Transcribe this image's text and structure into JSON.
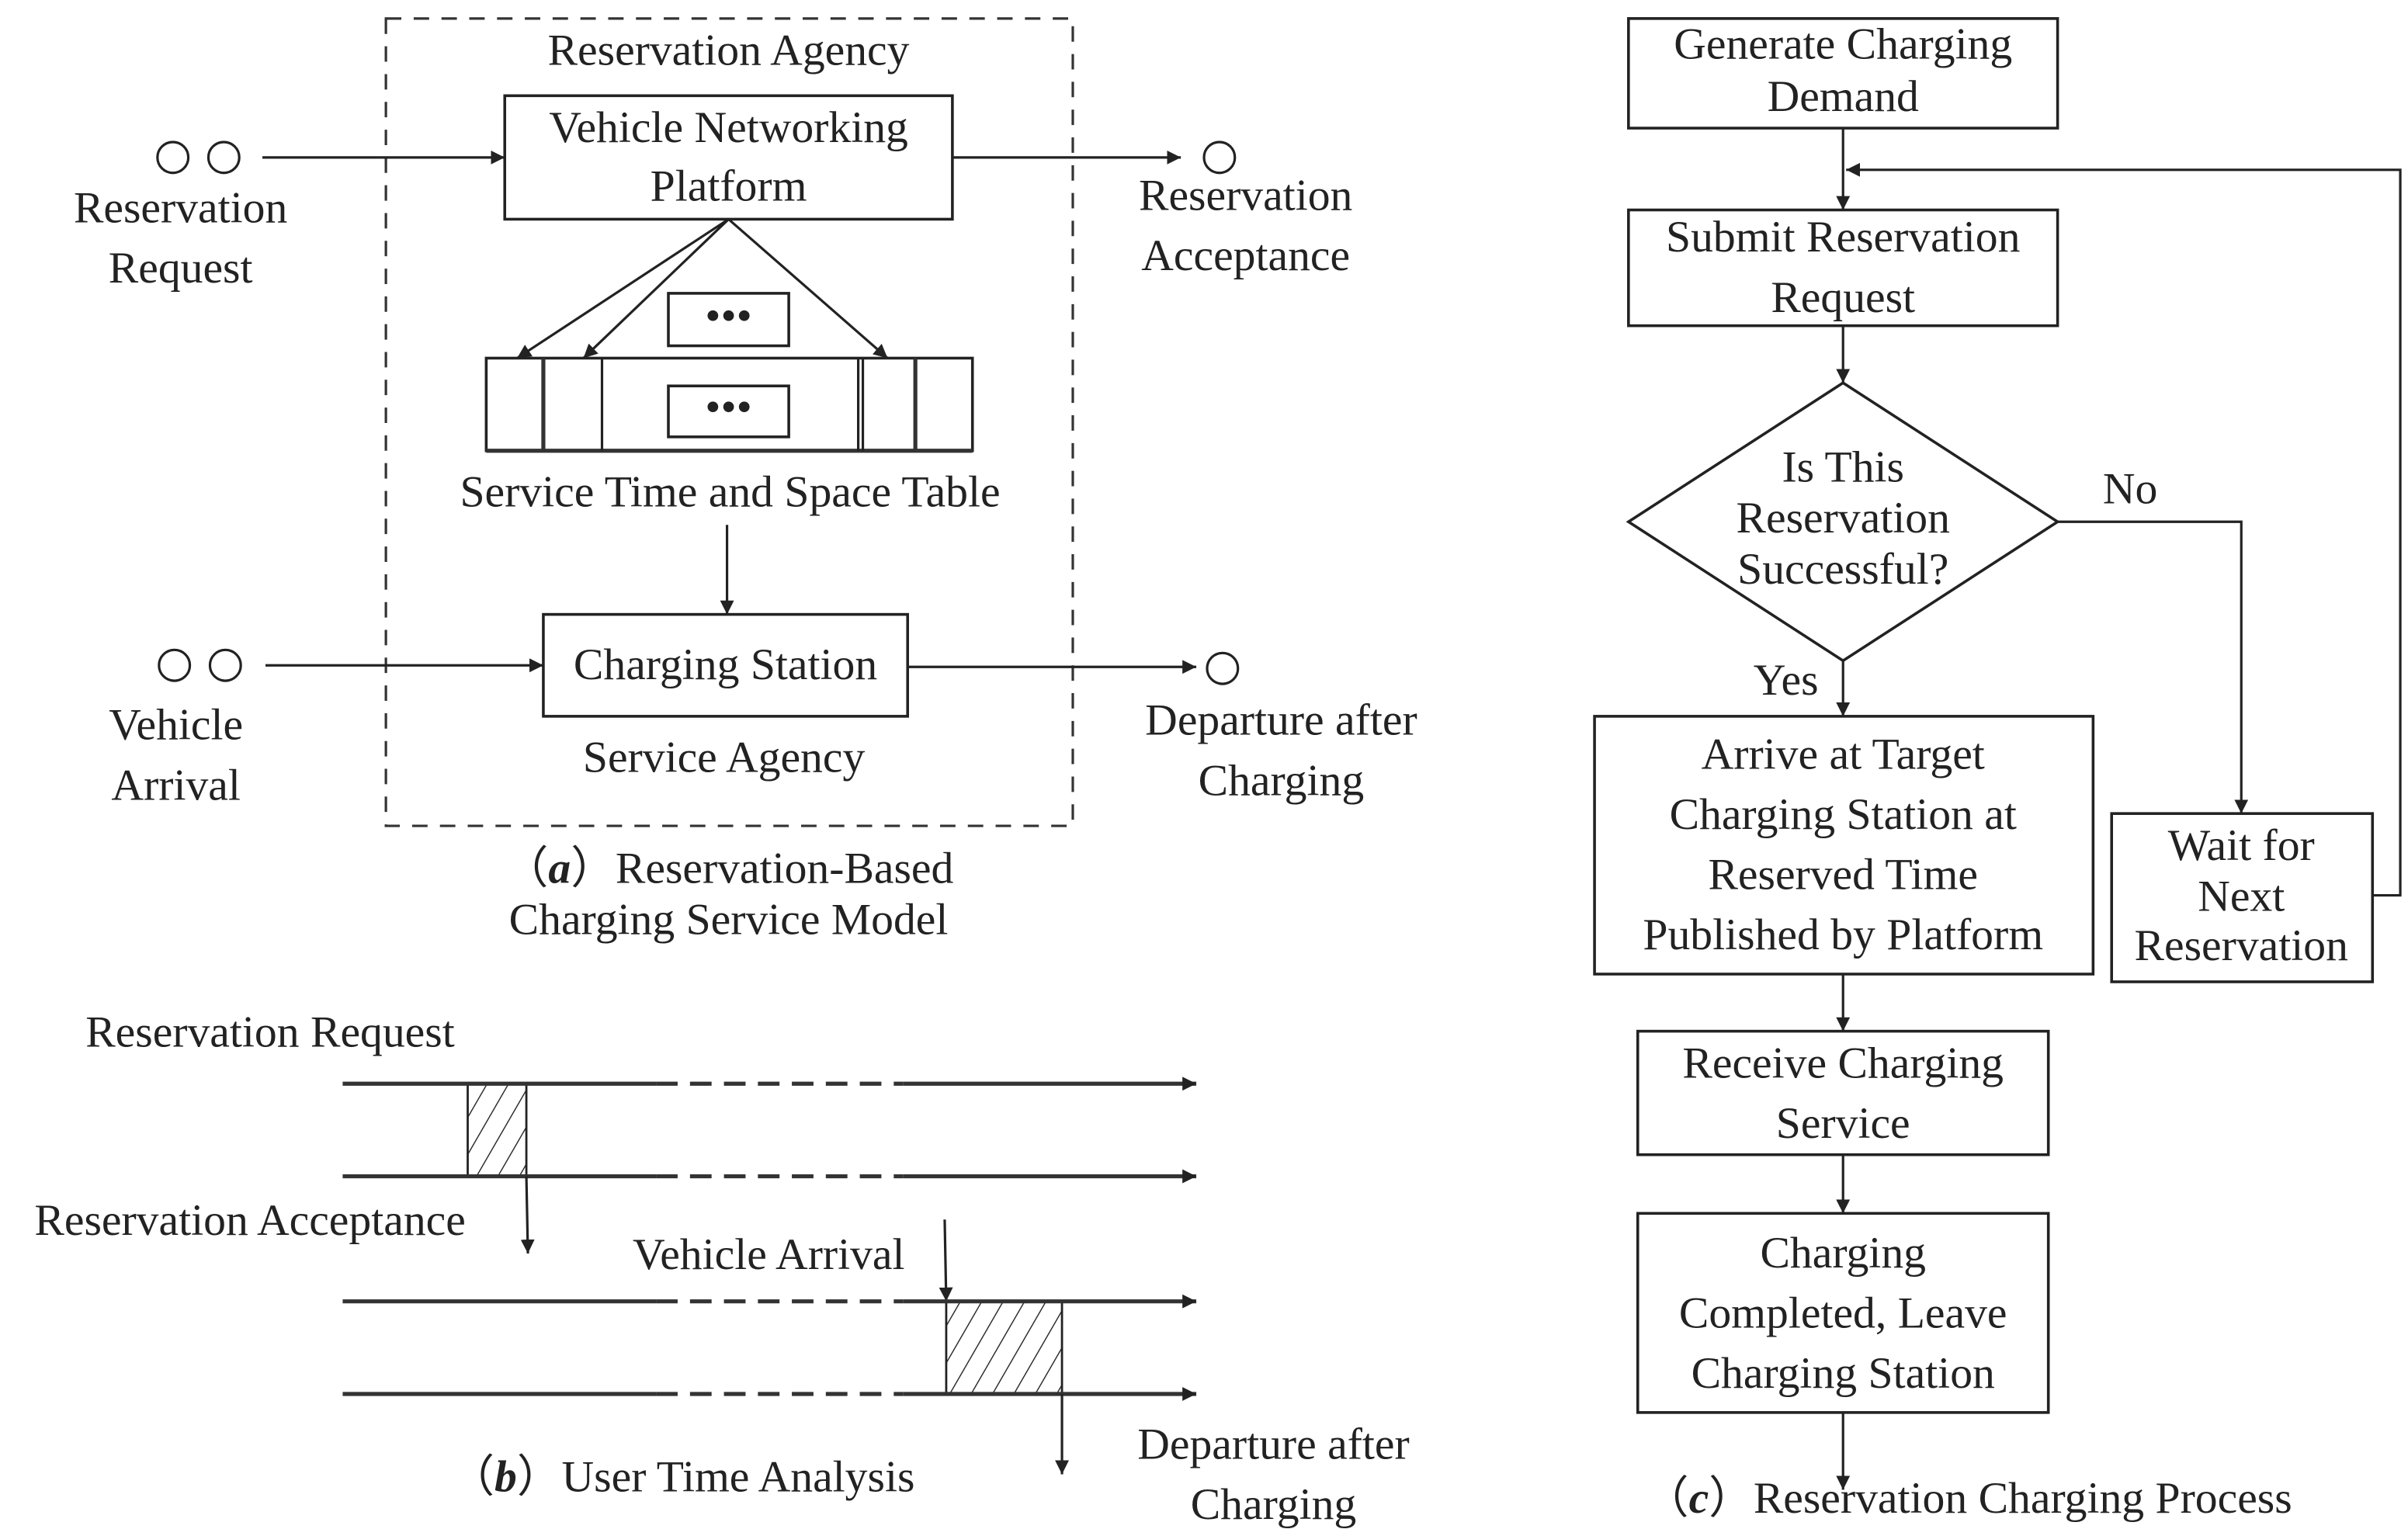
{
  "panel_a": {
    "agency_label": "Reservation Agency",
    "platform_box": [
      "Vehicle Networking",
      "Platform"
    ],
    "ellipsis": "•••",
    "table_label": "Service Time and Space Table",
    "station_box": "Charging Station",
    "service_agency_label": "Service Agency",
    "reservation_request": [
      "Reservation",
      "Request"
    ],
    "reservation_acceptance": [
      "Reservation",
      "Acceptance"
    ],
    "vehicle_arrival": [
      "Vehicle",
      "Arrival"
    ],
    "departure": [
      "Departure after",
      "Charging"
    ],
    "caption_letter": "a",
    "caption": [
      "Reservation-Based",
      "Charging Service Model"
    ]
  },
  "panel_b": {
    "reservation_request": "Reservation Request",
    "reservation_acceptance": "Reservation Acceptance",
    "vehicle_arrival": "Vehicle Arrival",
    "departure": [
      "Departure after",
      "Charging"
    ],
    "caption_letter": "b",
    "caption": "User Time Analysis"
  },
  "panel_c": {
    "step1": [
      "Generate Charging",
      "Demand"
    ],
    "step2": [
      "Submit Reservation",
      "Request"
    ],
    "decision": [
      "Is This",
      "Reservation",
      "Successful?"
    ],
    "no_label": "No",
    "yes_label": "Yes",
    "step3": [
      "Arrive at Target",
      "Charging Station at",
      "Reserved Time",
      "Published by Platform"
    ],
    "wait": [
      "Wait for",
      "Next",
      "Reservation"
    ],
    "step4": [
      "Receive Charging",
      "Service"
    ],
    "step5": [
      "Charging",
      "Completed, Leave",
      "Charging Station"
    ],
    "caption_letter": "c",
    "caption": "Reservation Charging Process"
  }
}
